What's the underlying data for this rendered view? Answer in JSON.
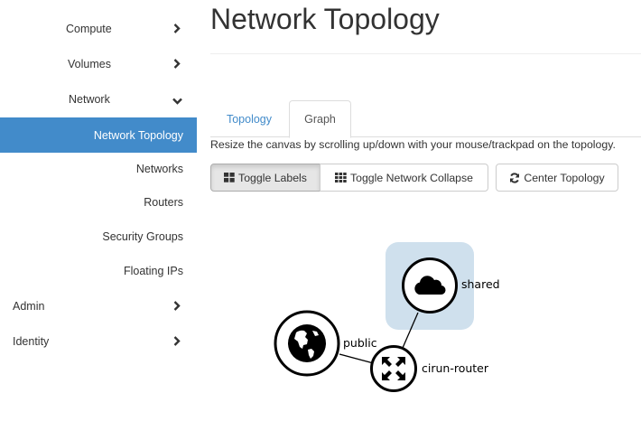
{
  "sidebar": {
    "top_items": [
      {
        "label": "Compute",
        "state": "collapsed"
      },
      {
        "label": "Volumes",
        "state": "collapsed"
      },
      {
        "label": "Network",
        "state": "expanded"
      }
    ],
    "network_sub_items": [
      {
        "label": "Network Topology",
        "active": true
      },
      {
        "label": "Networks",
        "active": false
      },
      {
        "label": "Routers",
        "active": false
      },
      {
        "label": "Security Groups",
        "active": false
      },
      {
        "label": "Floating IPs",
        "active": false
      }
    ],
    "bottom_items": [
      {
        "label": "Admin",
        "state": "collapsed"
      },
      {
        "label": "Identity",
        "state": "collapsed"
      }
    ]
  },
  "main": {
    "title": "Network Topology",
    "tabs": [
      {
        "label": "Topology",
        "active": false
      },
      {
        "label": "Graph",
        "active": true
      }
    ],
    "hint": "Resize the canvas by scrolling up/down with your mouse/trackpad on the topology.",
    "toolbar": {
      "toggle_labels": "Toggle Labels",
      "toggle_network_collapse": "Toggle Network Collapse",
      "center_topology": "Center Topology"
    },
    "topology": {
      "nodes": [
        {
          "label": "shared",
          "type": "network",
          "icon": "cloud-icon"
        },
        {
          "label": "public",
          "type": "external-network",
          "icon": "globe-icon"
        },
        {
          "label": "cirun-router",
          "type": "router",
          "icon": "router-arrows-icon"
        }
      ],
      "links": [
        {
          "from": "cirun-router",
          "to": "shared"
        },
        {
          "from": "cirun-router",
          "to": "public"
        }
      ]
    }
  },
  "colors": {
    "accent": "#428bca",
    "network_highlight": "#cfe0ed",
    "text": "#333333"
  }
}
